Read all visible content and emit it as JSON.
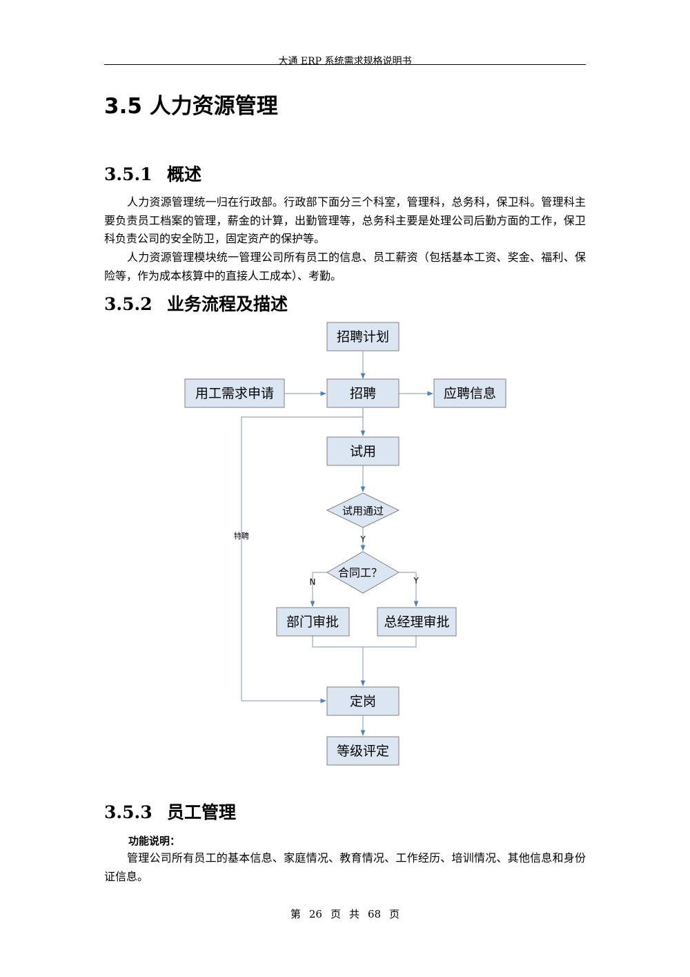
{
  "header": {
    "title": "大通 ERP 系统需求规格说明书"
  },
  "section": {
    "title": "3.5 人力资源管理"
  },
  "s351": {
    "number": "3.5.1",
    "title": "概述",
    "p1": "人力资源管理统一归在行政部。行政部下面分三个科室，管理科，总务科，保卫科。管理科主要负责员工档案的管理，薪金的计算，出勤管理等，总务科主要是处理公司后勤方面的工作，保卫科负责公司的安全防卫，固定资产的保护等。",
    "p2": "人力资源管理模块统一管理公司所有员工的信息、员工薪资（包括基本工资、奖金、福利、保险等，作为成本核算中的直接人工成本）、考勤。"
  },
  "s352": {
    "number": "3.5.2",
    "title": "业务流程及描述",
    "flow": {
      "plan": "招聘计划",
      "request": "用工需求申请",
      "recruit": "招聘",
      "info": "应聘信息",
      "trial": "试用",
      "passed": "试用通过",
      "contract": "合同工？",
      "dept": "部门审批",
      "gm": "总经理审批",
      "post": "定岗",
      "grade": "等级评定",
      "special": "特聘",
      "yes1": "Y",
      "no": "N",
      "yes2": "Y"
    }
  },
  "s353": {
    "number": "3.5.3",
    "title": "员工管理",
    "func_label": "功能说明：",
    "p1": "管理公司所有员工的基本信息、家庭情况、教育情况、工作经历、培训情况、其他信息和身份证信息。"
  },
  "footer": {
    "di": "第",
    "page": "26",
    "ye1": "页",
    "gong": "共",
    "total": "68",
    "ye2": "页"
  },
  "colors": {
    "box_fill": "#dce6f2",
    "box_stroke": "#7f7f7f",
    "line": "#9aa8bf",
    "arrow": "#4f81bd"
  }
}
